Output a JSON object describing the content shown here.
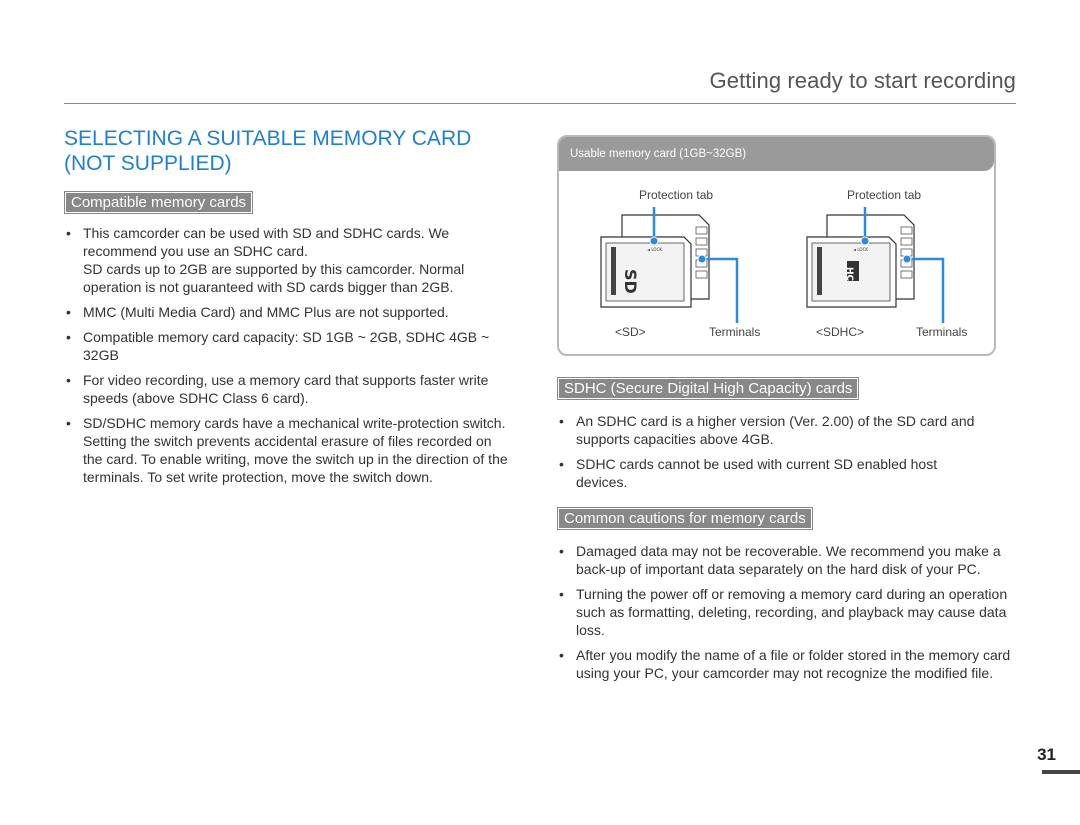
{
  "header": {
    "title": "Getting ready to start recording"
  },
  "section": {
    "title": "SELECTING A SUITABLE MEMORY CARD (NOT SUPPLIED)"
  },
  "compatible": {
    "heading": "Compatible memory cards",
    "items": [
      {
        "line1": "This camcorder can be used with SD and SDHC cards. We recommend you use an SDHC card.",
        "line2": "SD cards up to 2GB are supported by this camcorder. Normal operation is not guaranteed with SD cards bigger than 2GB."
      },
      {
        "line1": "MMC (Multi Media Card) and MMC Plus are not supported."
      },
      {
        "line1": "Compatible memory card capacity: SD 1GB ~ 2GB, SDHC 4GB ~ 32GB"
      },
      {
        "line1": "For video recording, use a memory card that supports faster write speeds (above SDHC Class 6 card)."
      },
      {
        "line1": "SD/SDHC memory cards have a mechanical write-protection switch. Setting the switch prevents accidental erasure of files recorded on the card. To enable writing, move the switch up in the direction of the terminals. To set write protection, move the switch down."
      }
    ]
  },
  "figure": {
    "title": "Usable memory card (1GB~32GB)",
    "protection_tab_left": "Protection tab",
    "protection_tab_right": "Protection tab",
    "sd_label": "<SD>",
    "terminals_left": "Terminals",
    "sdhc_label": "<SDHC>",
    "terminals_right": "Terminals"
  },
  "sdhc": {
    "heading": "SDHC (Secure Digital High Capacity) cards",
    "items": [
      {
        "line1": "An SDHC card is a higher version (Ver. 2.00) of the SD card and supports capacities above 4GB."
      },
      {
        "line1": "SDHC cards cannot be used with current SD enabled host devices."
      }
    ]
  },
  "cautions": {
    "heading": "Common cautions for memory cards",
    "items": [
      {
        "line1": "Damaged data may not be recoverable. We recommend you make a back-up of important data separately on the hard disk of your PC."
      },
      {
        "line1": "Turning the power off or removing a memory card during an operation such as formatting, deleting, recording, and playback may cause data loss."
      },
      {
        "line1": "After you modify the name of a file or folder stored in the memory card using your PC, your camcorder may not recognize the modified file."
      }
    ]
  },
  "page": {
    "number": "31"
  },
  "colors": {
    "title_blue": "#1f7fd1",
    "tag_gray": "#888888",
    "callout_blue": "#2a8be0"
  }
}
